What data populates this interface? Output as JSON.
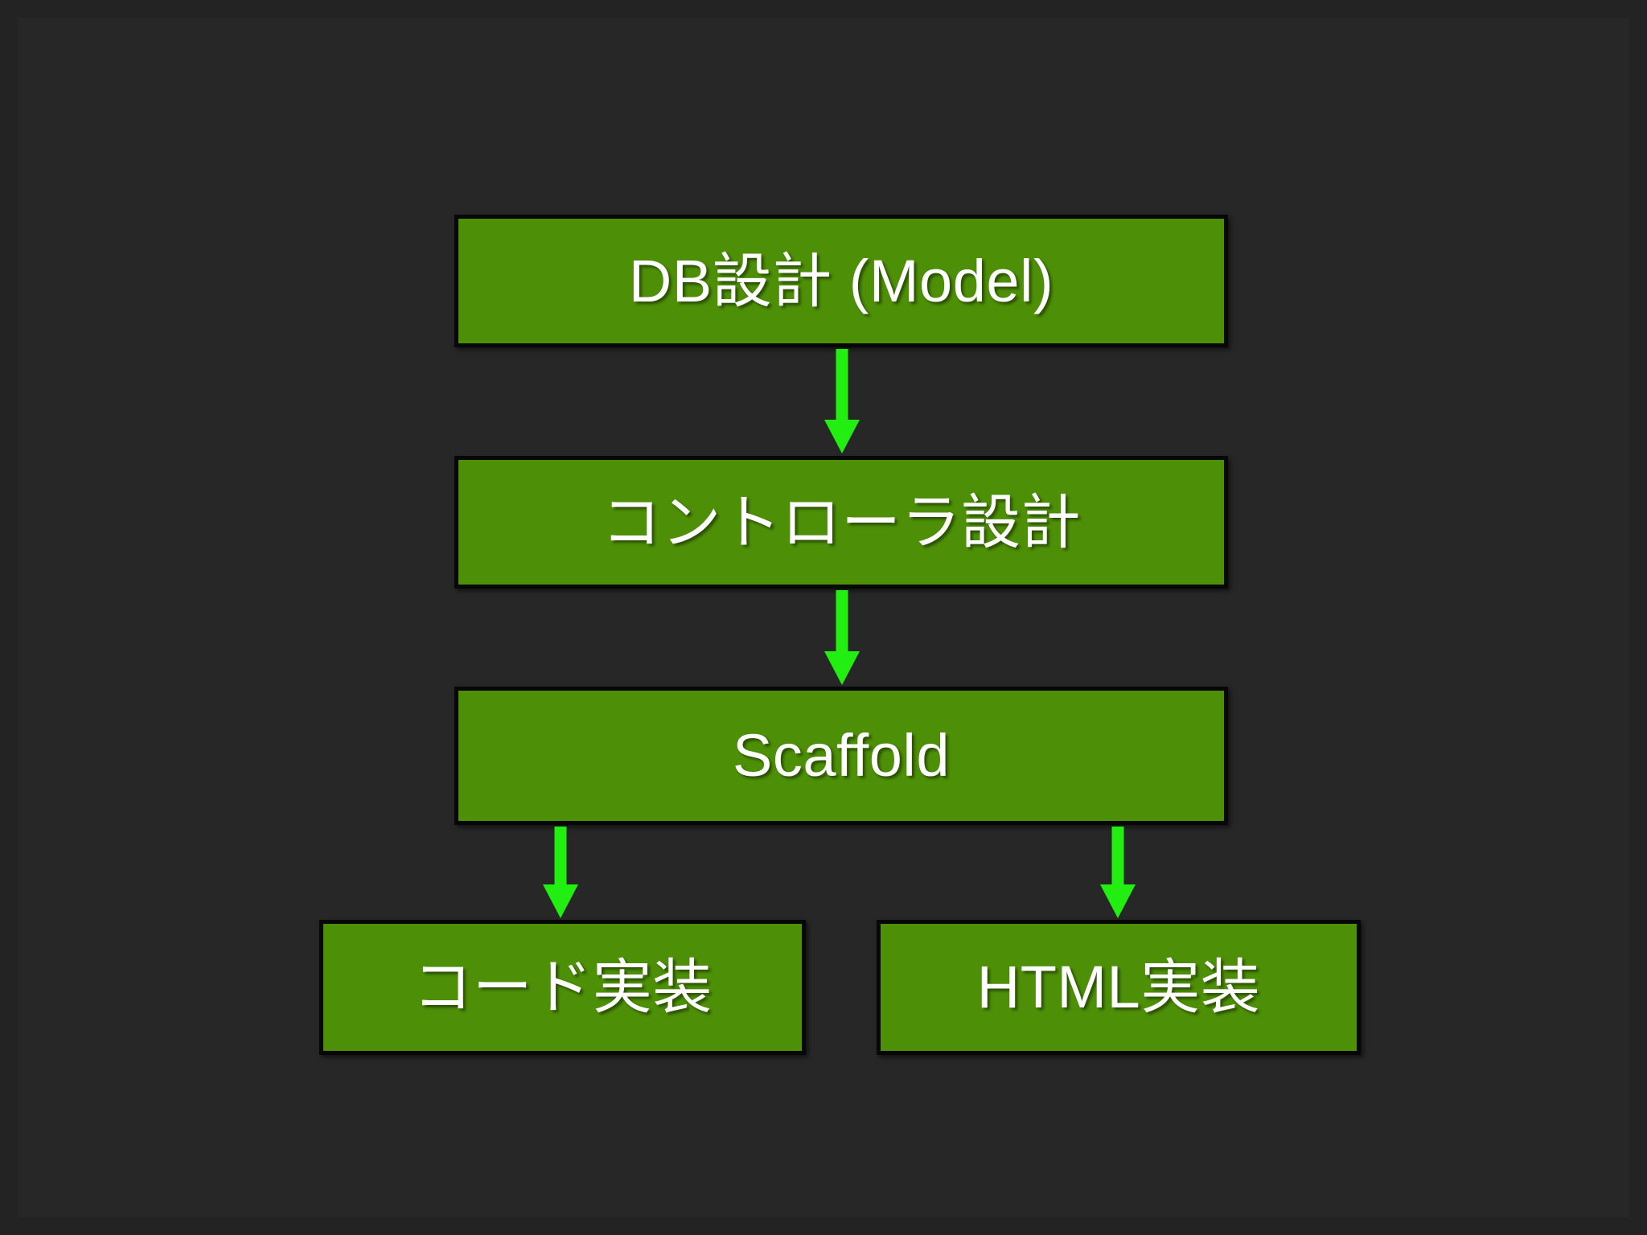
{
  "slide": {
    "background_color": "#272727",
    "frame_color": "#232323",
    "node_fill_color": "#4d8f07",
    "node_border_color": "#070707",
    "arrow_color": "#22ee11",
    "text_color": "#ffffff"
  },
  "diagram": {
    "type": "flowchart",
    "direction": "top-to-bottom",
    "nodes": [
      {
        "id": "db",
        "label": "DB設計 (Model)"
      },
      {
        "id": "ctrl",
        "label": "コントローラ設計"
      },
      {
        "id": "scaffold",
        "label": "Scaffold"
      },
      {
        "id": "code",
        "label": "コード実装"
      },
      {
        "id": "html",
        "label": "HTML実装"
      }
    ],
    "edges": [
      {
        "from": "db",
        "to": "ctrl",
        "style": "arrow-down"
      },
      {
        "from": "ctrl",
        "to": "scaffold",
        "style": "arrow-down"
      },
      {
        "from": "scaffold",
        "to": "code",
        "style": "arrow-down"
      },
      {
        "from": "scaffold",
        "to": "html",
        "style": "arrow-down"
      }
    ]
  }
}
